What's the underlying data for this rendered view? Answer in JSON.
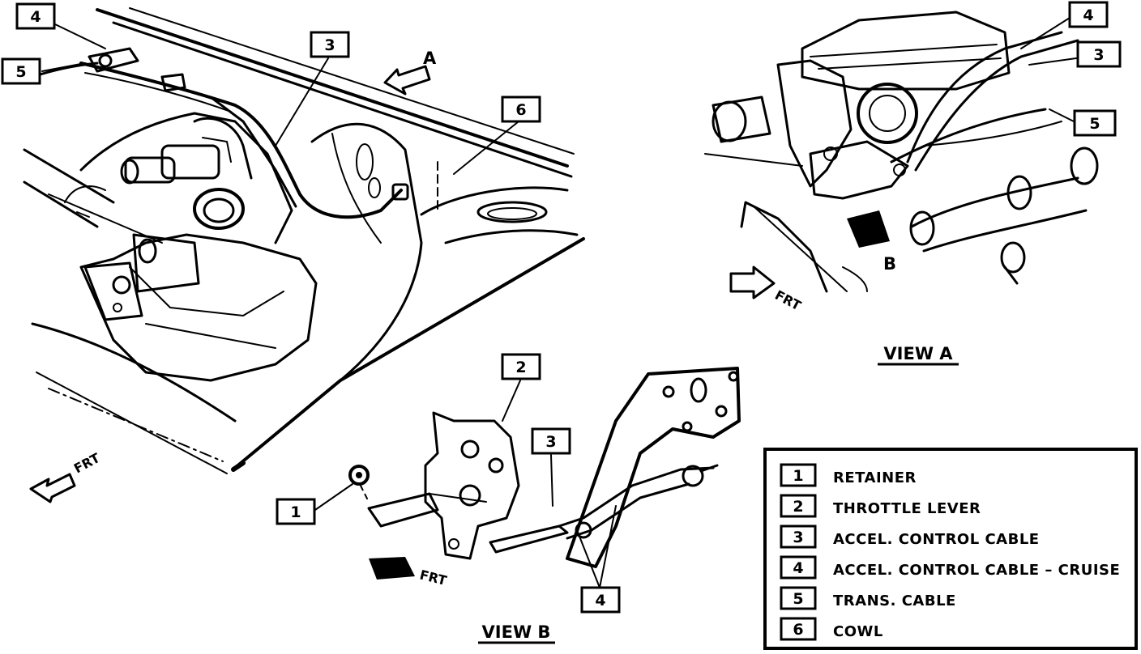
{
  "callouts": {
    "main_4": "4",
    "main_5": "5",
    "main_3": "3",
    "main_6": "6",
    "viewa_4": "4",
    "viewa_3": "3",
    "viewa_5": "5",
    "viewb_2": "2",
    "viewb_3": "3",
    "viewb_1": "1",
    "viewb_4": "4"
  },
  "arrows": {
    "view_a_marker": "A",
    "view_b_marker": "B",
    "front_main": "FRT",
    "front_view_a": "FRT",
    "front_view_b": "FRT"
  },
  "views": {
    "view_a_title": "VIEW A",
    "view_b_title": "VIEW B"
  },
  "legend": {
    "items": [
      {
        "num": "1",
        "label": "RETAINER"
      },
      {
        "num": "2",
        "label": "THROTTLE LEVER"
      },
      {
        "num": "3",
        "label": "ACCEL. CONTROL CABLE"
      },
      {
        "num": "4",
        "label": "ACCEL. CONTROL CABLE – CRUISE"
      },
      {
        "num": "5",
        "label": "TRANS. CABLE"
      },
      {
        "num": "6",
        "label": "COWL"
      }
    ]
  }
}
